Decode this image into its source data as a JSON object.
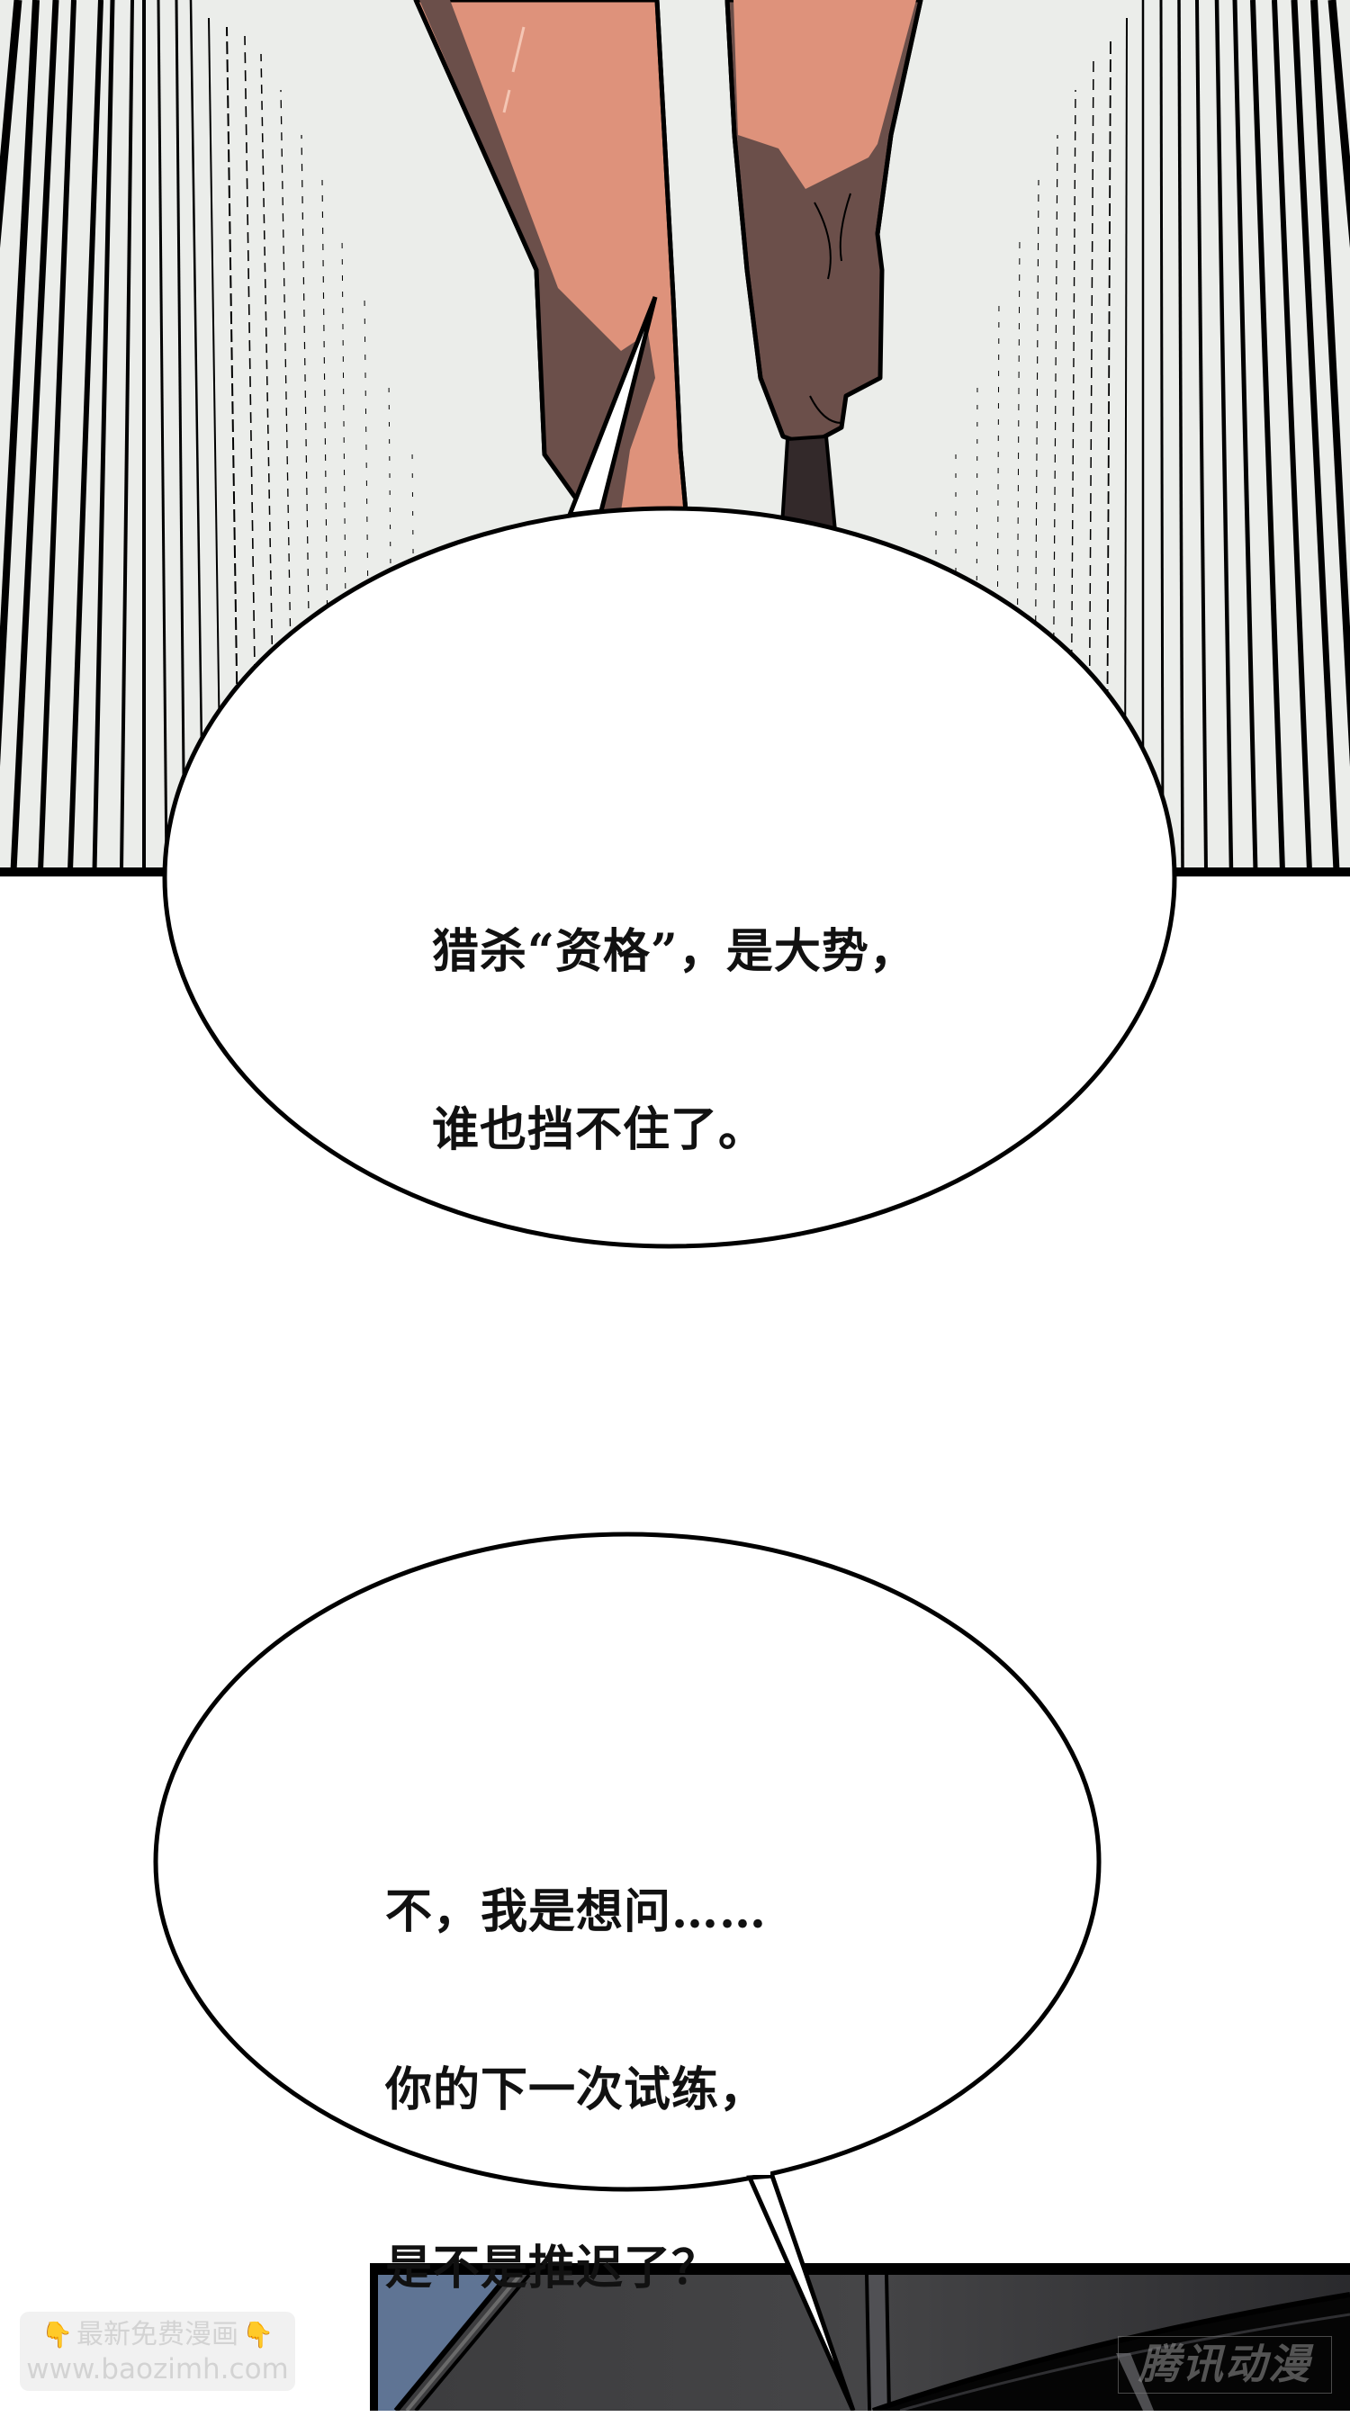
{
  "panels": [
    {
      "id": "panel-1",
      "description": "Low-angle view of legs walking forward with radial speed lines",
      "colors": {
        "background": "#EBEDEA",
        "skin": "#DE927B",
        "shadow": "#6B4F4A",
        "shoe": "#33292A",
        "ink": "#000000"
      }
    },
    {
      "id": "panel-2",
      "description": "Dark scene with blue window at left",
      "colors": {
        "dark": "#3A3A3C",
        "darker": "#0A0A0A",
        "blue": "#5F7494"
      }
    }
  ],
  "speech_bubbles": [
    {
      "id": "bubble-1",
      "lines": [
        "猎杀“资格”，是大势，",
        "谁也挡不住了。"
      ]
    },
    {
      "id": "bubble-2",
      "lines": [
        "不，我是想问……",
        "你的下一次试练，",
        "是不是推迟了？"
      ]
    }
  ],
  "watermarks": {
    "site_promo": {
      "line1": "最新免费漫画",
      "line2": "www.baozimh.com",
      "hand_icon": "👇"
    },
    "brand": "腾讯动漫"
  }
}
